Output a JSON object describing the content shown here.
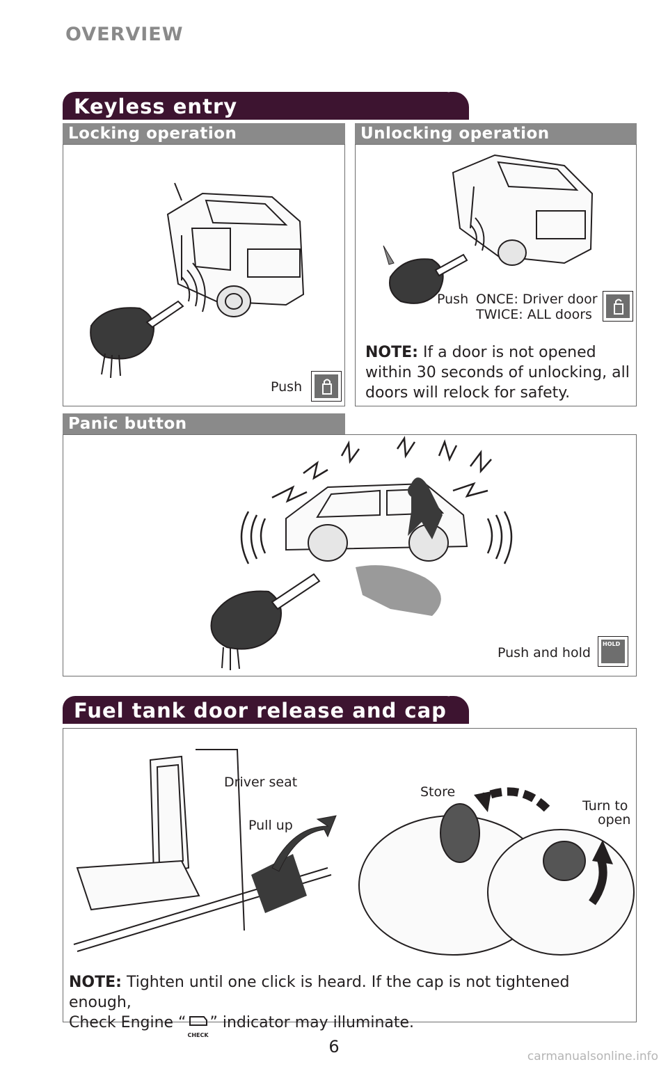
{
  "header": {
    "section": "OVERVIEW"
  },
  "keyless": {
    "title": "Keyless entry",
    "locking": {
      "heading": "Locking operation",
      "push": "Push"
    },
    "unlocking": {
      "heading": "Unlocking operation",
      "push": "Push",
      "once": "ONCE: Driver door",
      "twice": "TWICE: ALL doors",
      "note_label": "NOTE:",
      "note_text": " If a door is not opened within 30 seconds of unlocking, all doors will relock for safety."
    },
    "panic": {
      "heading": "Panic button",
      "push_hold": "Push and hold",
      "hold_icon_text": "HOLD"
    }
  },
  "fuel": {
    "title": "Fuel tank door release and cap",
    "driver_seat": "Driver seat",
    "pull_up": "Pull up",
    "store": "Store",
    "turn_to": "Turn to",
    "open": "open",
    "note_label": "NOTE:",
    "note_text_1": " Tighten until one click is heard. If the cap is not tightened enough,",
    "note_text_2a": "Check Engine “",
    "note_text_2b": "” indicator may illuminate.",
    "check_icon_text": "CHECK"
  },
  "footer": {
    "page_number": "6",
    "watermark": "carmanualsonline.info"
  }
}
